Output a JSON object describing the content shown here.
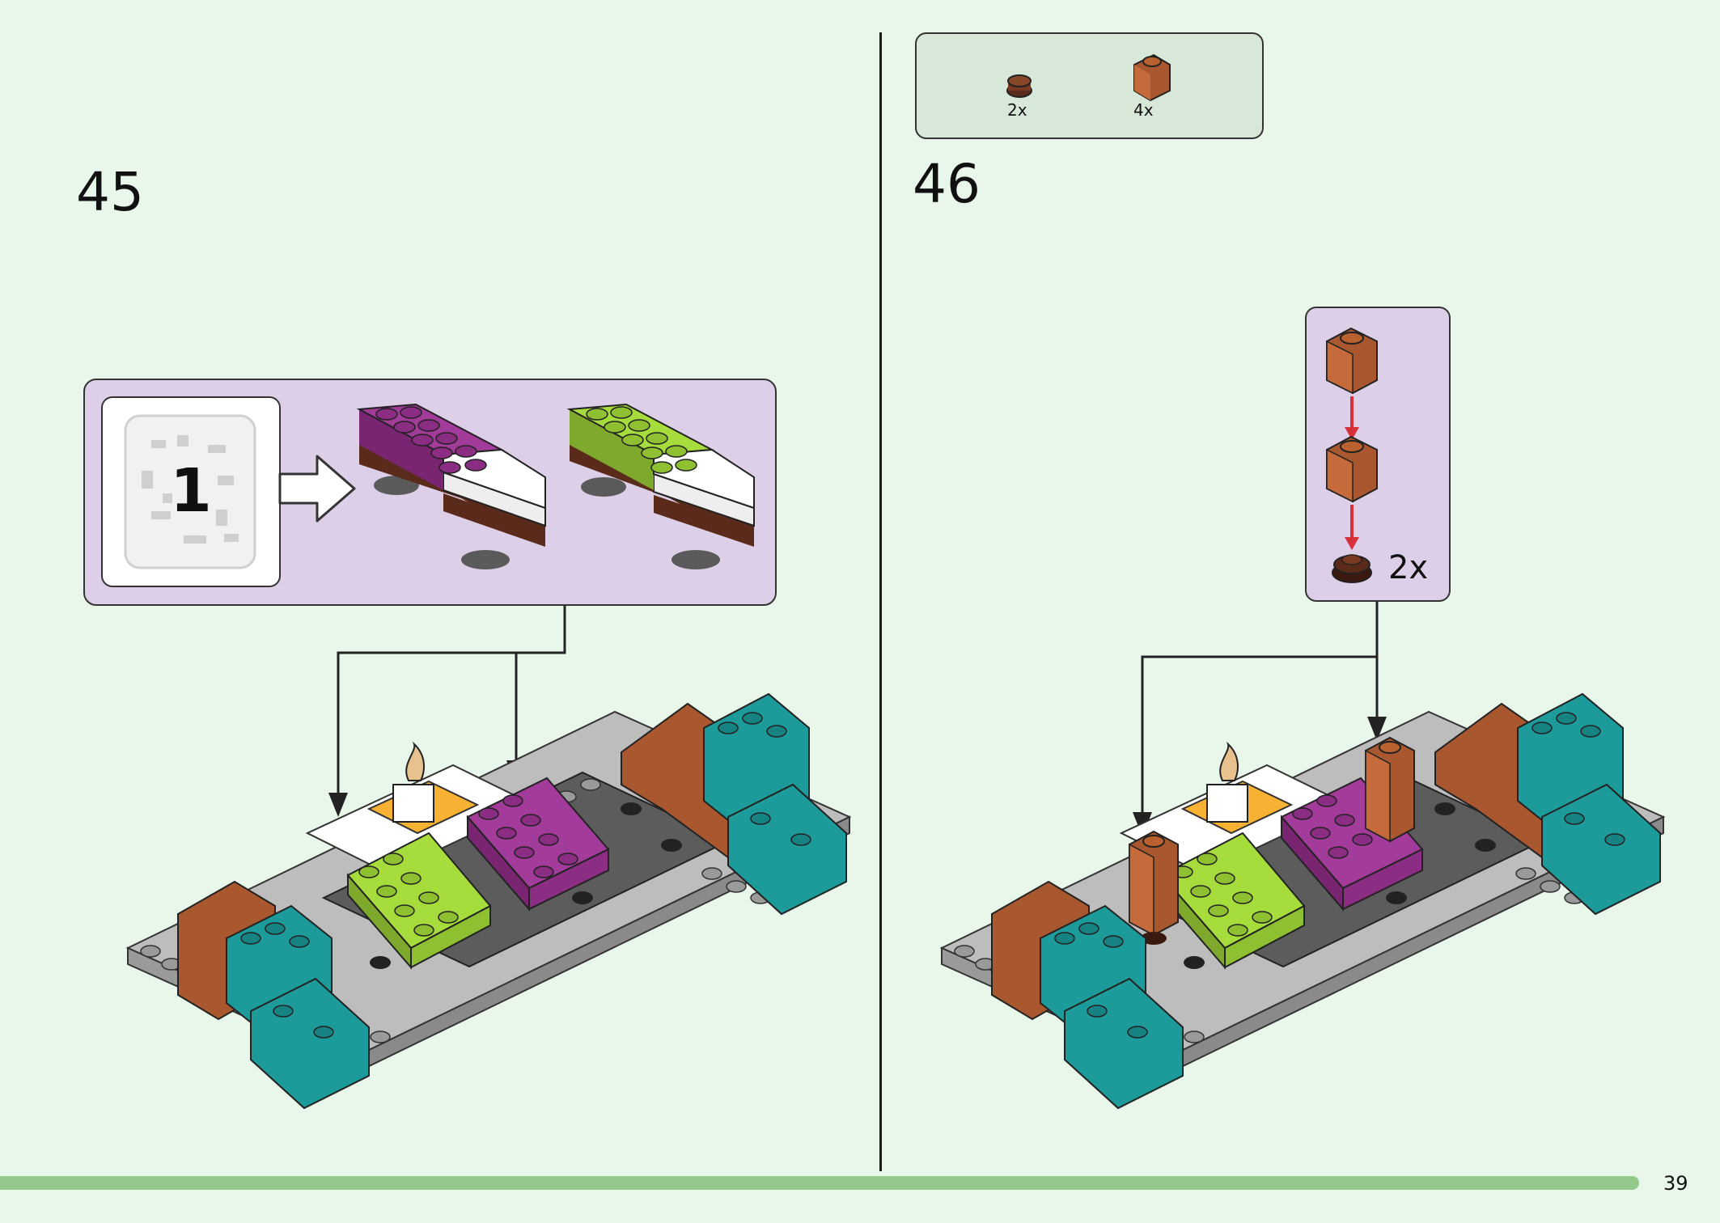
{
  "page": {
    "number": "39"
  },
  "colors": {
    "background": "#e9f6ea",
    "panel_purple": "#decfe8",
    "parts_box": "#d7e8d8",
    "footer_bar": "#93c98b",
    "magenta": "#a33b9a",
    "lime": "#a7dc3d",
    "teal": "#1d9a9a",
    "reddish_brown": "#a8572f",
    "dark_brown": "#5a2a1a",
    "dark_gray": "#5c5c5c",
    "light_gray": "#bdbdbd",
    "white": "#ffffff",
    "orange": "#f7b133",
    "arrow_red": "#d8303a"
  },
  "step45": {
    "number": "45",
    "bag": {
      "number": "1",
      "icon": "parts-bag-icon"
    },
    "parts": [
      "magenta-plate-assembly",
      "lime-plate-assembly"
    ]
  },
  "step46": {
    "number": "46",
    "parts_list": [
      {
        "qty": "2x",
        "part": "reddish-brown-round-plate"
      },
      {
        "qty": "4x",
        "part": "reddish-brown-1x1-brick"
      }
    ],
    "callout": {
      "qty": "2x",
      "stack": [
        "brick-1x1",
        "brick-1x1",
        "round-plate-1x1"
      ]
    }
  }
}
